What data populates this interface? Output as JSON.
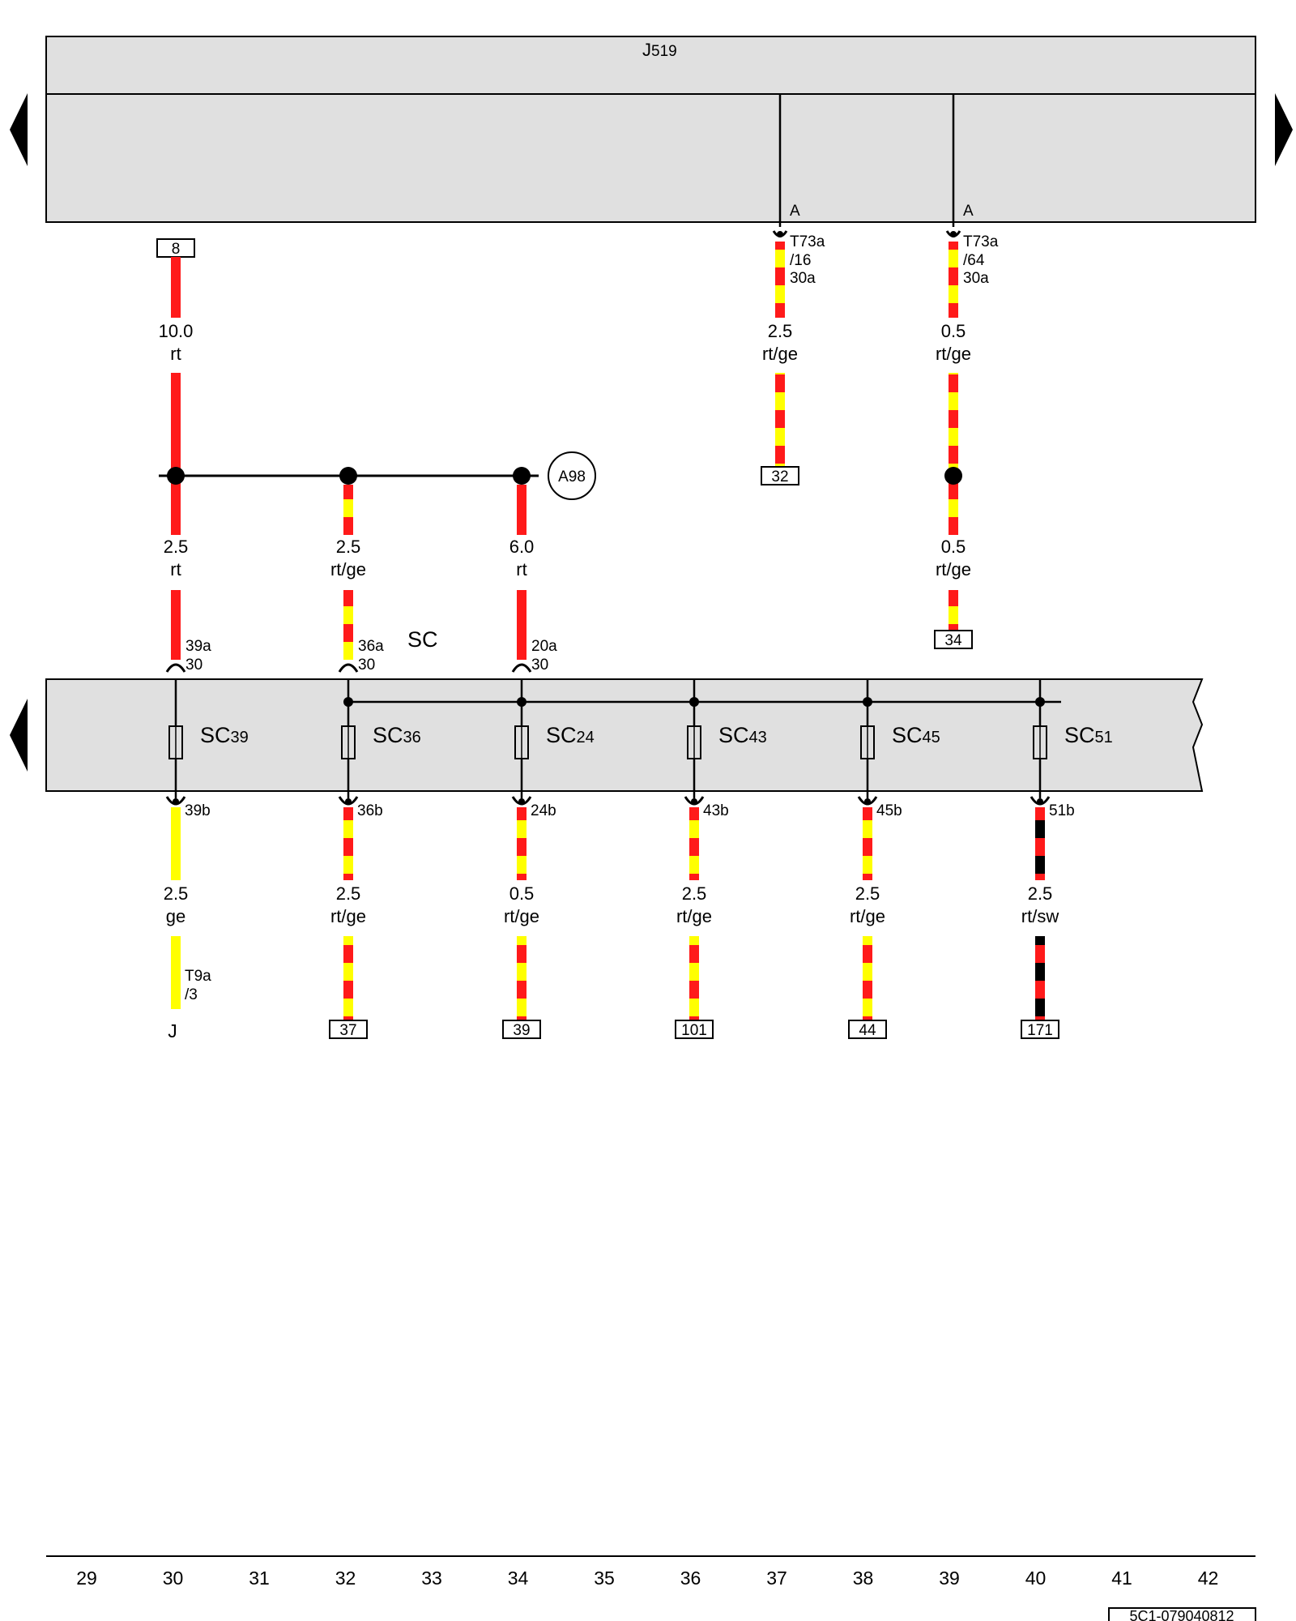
{
  "title": "J519",
  "title_prefix": "J",
  "title_sub": "519",
  "relay_label": "SC",
  "connector_A": [
    "A",
    "A"
  ],
  "top_connectors": [
    {
      "pin": "T73a",
      "sub": "/16",
      "term": "30a",
      "gauge": "2.5",
      "color": "rt/ge",
      "box": "32"
    },
    {
      "pin": "T73a",
      "sub": "/64",
      "term": "30a",
      "gauge": "0.5",
      "color": "rt/ge",
      "lower_gauge": "0.5",
      "lower_color": "rt/ge",
      "box": "34"
    }
  ],
  "feed": {
    "box": "8",
    "gauge": "10.0",
    "color": "rt"
  },
  "splice_label": "A98",
  "inputs": [
    {
      "gauge": "2.5",
      "color": "rt",
      "pin": "39a",
      "term": "30"
    },
    {
      "gauge": "2.5",
      "color": "rt/ge",
      "pin": "36a",
      "term": "30"
    },
    {
      "gauge": "6.0",
      "color": "rt",
      "pin": "20a",
      "term": "30"
    }
  ],
  "fuses": [
    {
      "prefix": "SC",
      "num": "39",
      "pin": "39b",
      "gauge": "2.5",
      "color": "ge",
      "end": "J",
      "end_pin": "T9a",
      "end_sub": "/3"
    },
    {
      "prefix": "SC",
      "num": "36",
      "pin": "36b",
      "gauge": "2.5",
      "color": "rt/ge",
      "box": "37"
    },
    {
      "prefix": "SC",
      "num": "24",
      "pin": "24b",
      "gauge": "0.5",
      "color": "rt/ge",
      "box": "39"
    },
    {
      "prefix": "SC",
      "num": "43",
      "pin": "43b",
      "gauge": "2.5",
      "color": "rt/ge",
      "box": "101"
    },
    {
      "prefix": "SC",
      "num": "45",
      "pin": "45b",
      "gauge": "2.5",
      "color": "rt/ge",
      "box": "44"
    },
    {
      "prefix": "SC",
      "num": "51",
      "pin": "51b",
      "gauge": "2.5",
      "color": "rt/sw",
      "box": "171"
    }
  ],
  "columns": [
    "29",
    "30",
    "31",
    "32",
    "33",
    "34",
    "35",
    "36",
    "37",
    "38",
    "39",
    "40",
    "41",
    "42"
  ],
  "doc_id": "5C1-079040812",
  "colors": {
    "rt": "#ff1a1a",
    "ge": "#ffff00",
    "sw": "#000000",
    "panel": "#e0e0e0"
  }
}
